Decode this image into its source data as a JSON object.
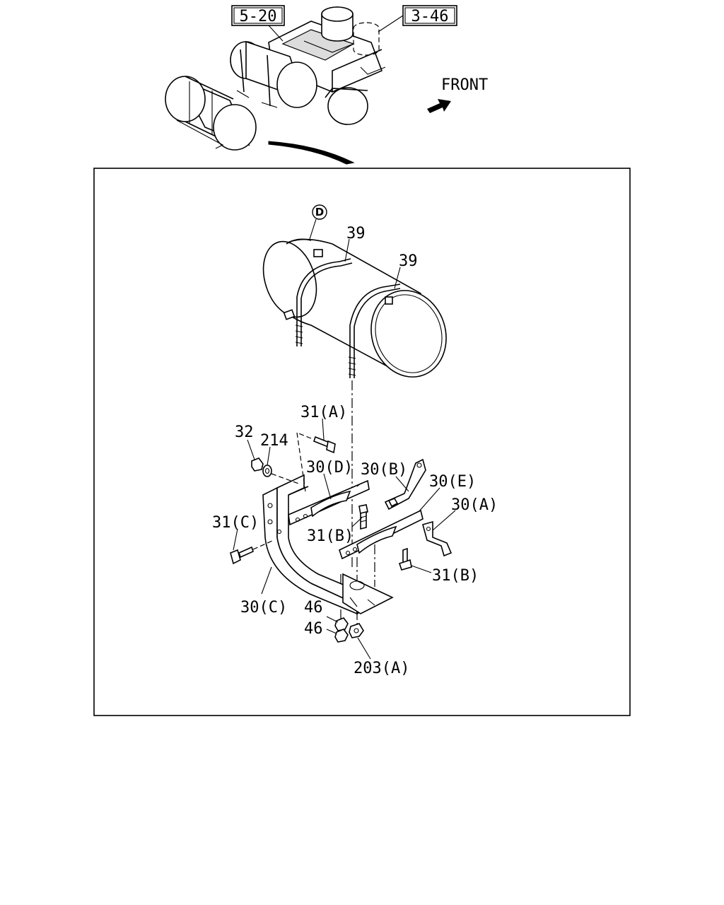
{
  "refs": {
    "ref_a": "5-20",
    "ref_b": "3-46"
  },
  "direction": {
    "label": "FRONT"
  },
  "detail_marker": "D",
  "parts": {
    "p39_a": "39",
    "p39_b": "39",
    "p31a": "31(A)",
    "p32": "32",
    "p214": "214",
    "p30d": "30(D)",
    "p30b": "30(B)",
    "p30e": "30(E)",
    "p30a": "30(A)",
    "p31c": "31(C)",
    "p31b_1": "31(B)",
    "p31b_2": "31(B)",
    "p30c": "30(C)",
    "p46_a": "46",
    "p46_b": "46",
    "p203a": "203(A)"
  }
}
